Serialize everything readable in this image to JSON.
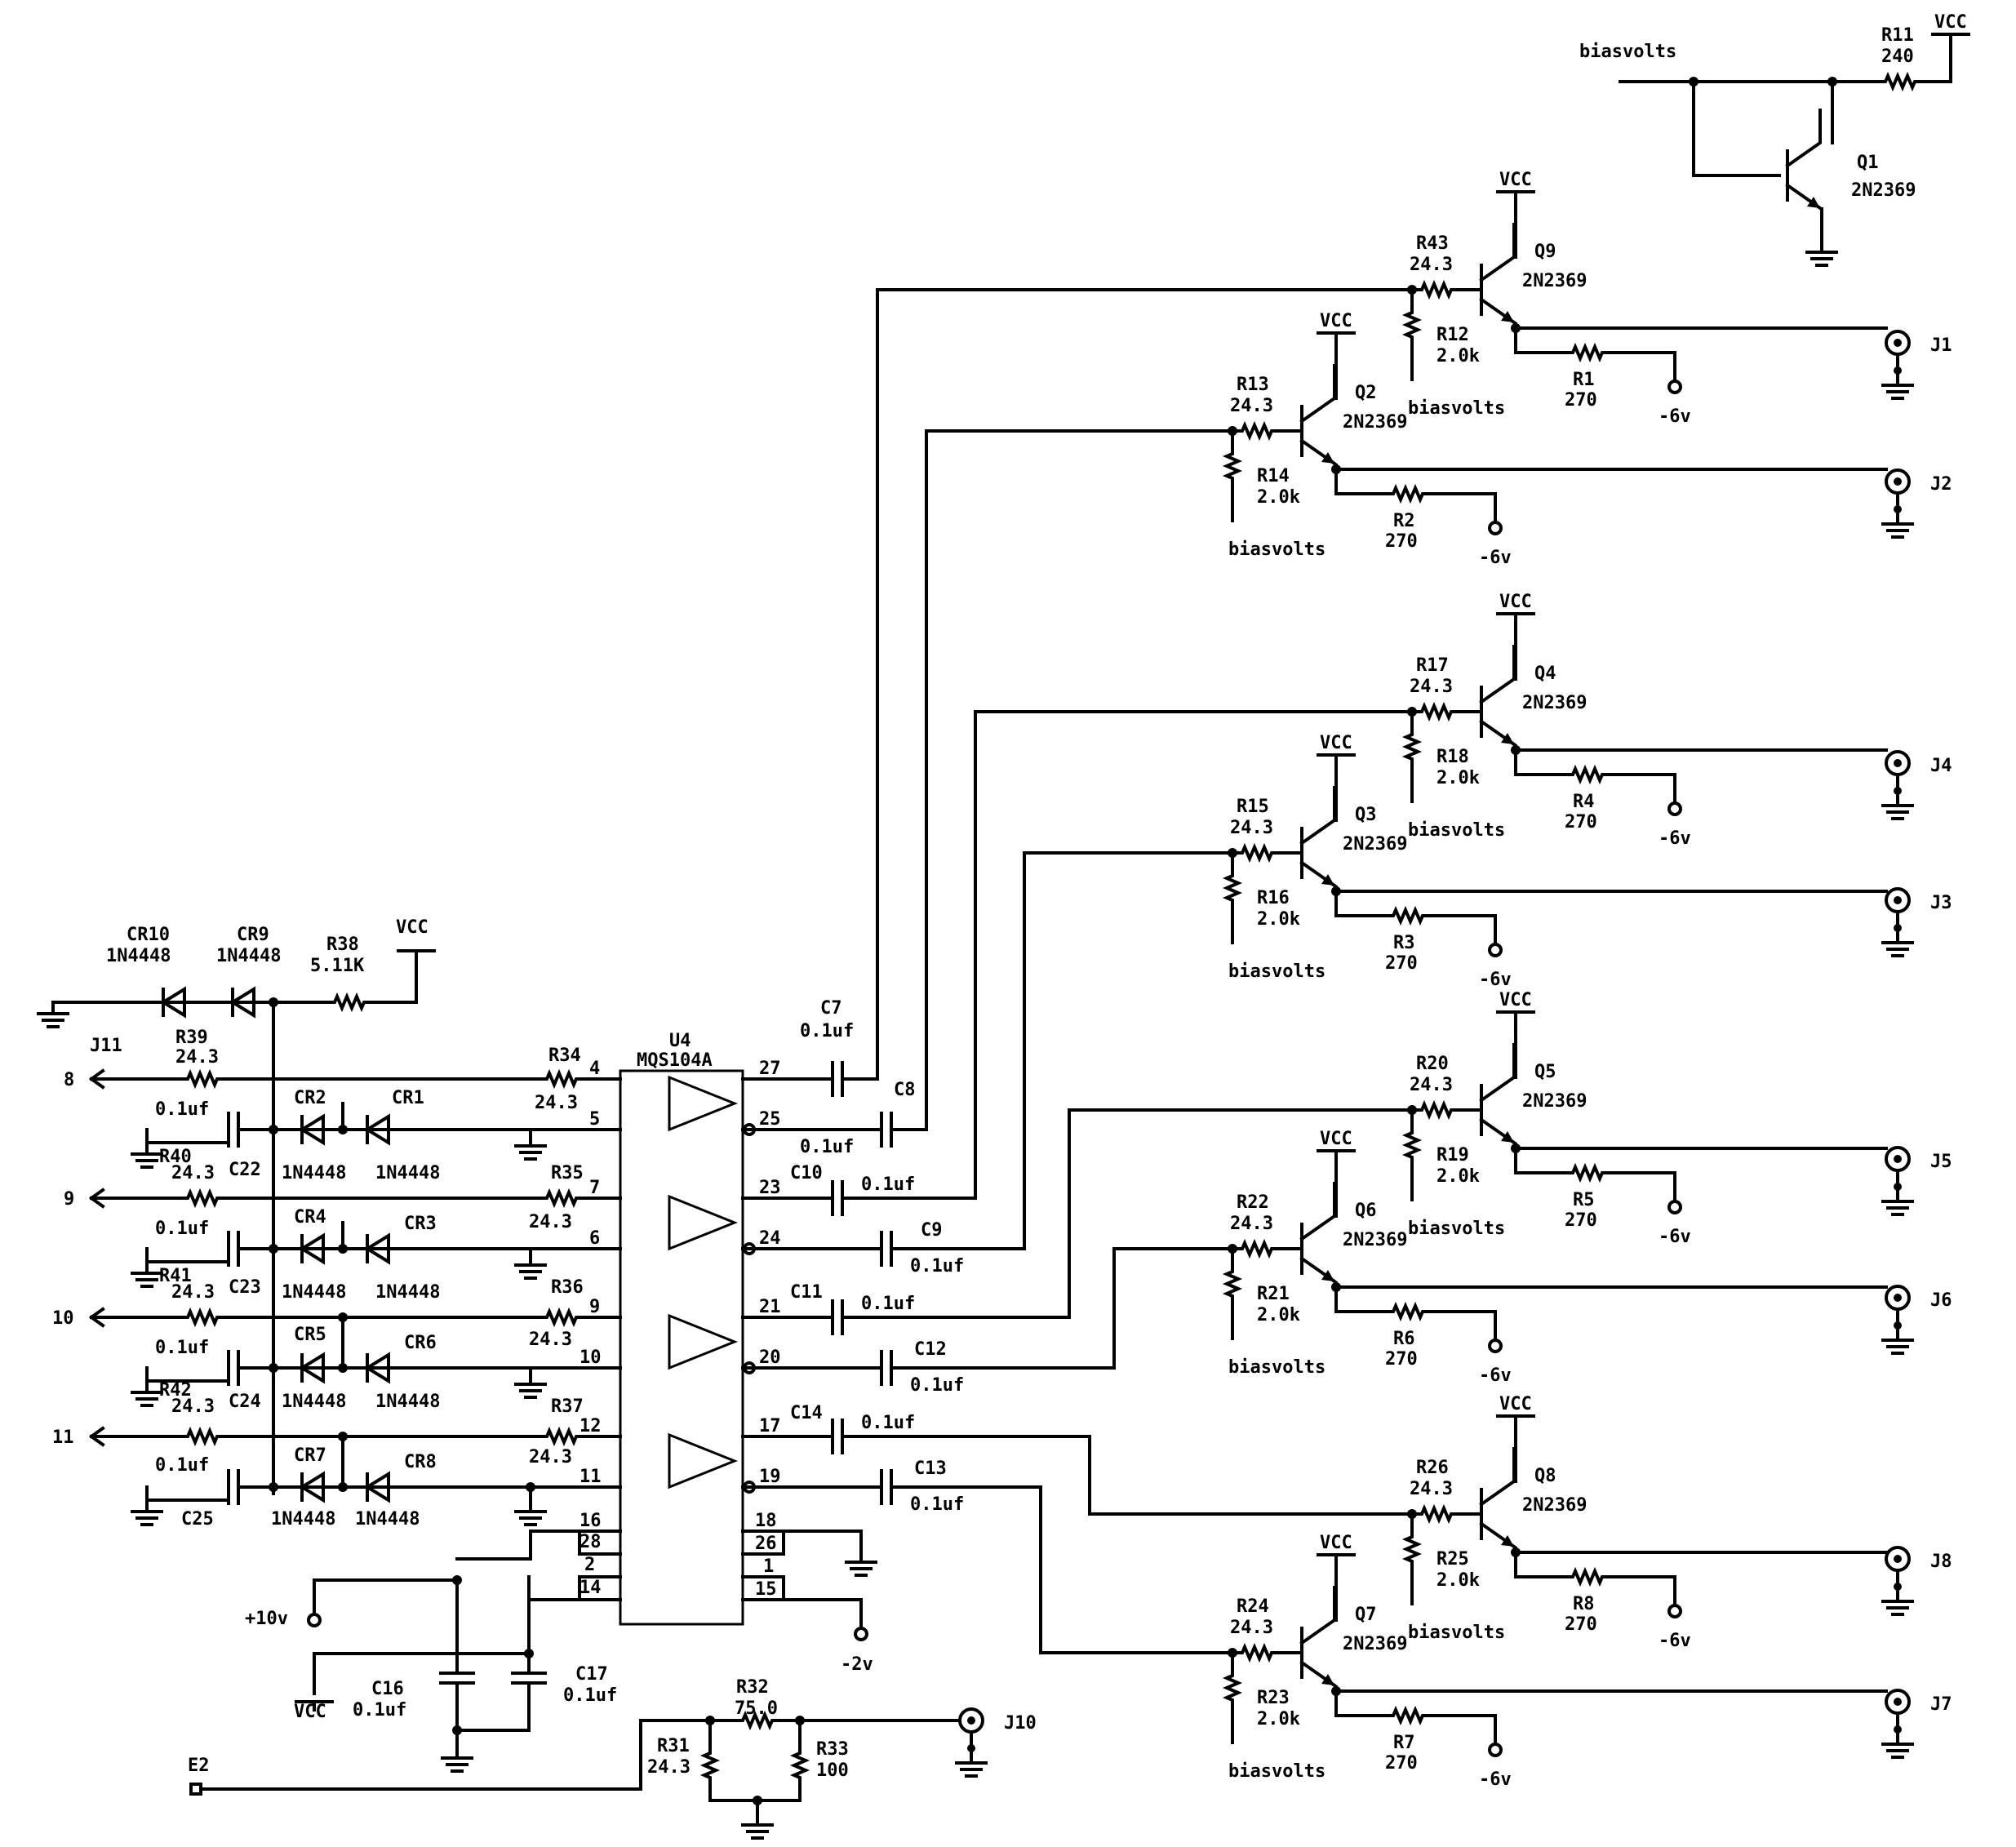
{
  "chip": {
    "ref": "U4",
    "part": "MQS104A",
    "pins": {
      "p4": "4",
      "p5": "5",
      "p7": "7",
      "p6": "6",
      "p9": "9",
      "p10": "10",
      "p12": "12",
      "p11": "11",
      "p27": "27",
      "p25": "25",
      "p23": "23",
      "p24": "24",
      "p21": "21",
      "p20": "20",
      "p17": "17",
      "p19": "19",
      "p16": "16",
      "p28": "28",
      "p2": "2",
      "p14": "14",
      "p18": "18",
      "p26": "26",
      "p1": "1",
      "p15": "15"
    }
  },
  "input": {
    "j11": "J11",
    "cr10": {
      "ref": "CR10",
      "val": "1N4448"
    },
    "cr9": {
      "ref": "CR9",
      "val": "1N4448"
    },
    "r38": {
      "ref": "R38",
      "val": "5.11K"
    },
    "vcc": "VCC",
    "channels": [
      {
        "pin": "8",
        "r_in": "R39",
        "r_in_val": "24.3",
        "r_sh": "R40",
        "r_sh_val": "24.3",
        "c": "C22",
        "c_val": "0.1uf",
        "cra": "CR2",
        "cra_val": "1N4448",
        "crb": "CR1",
        "crb_val": "1N4448",
        "r_s": "R34",
        "r_s_val": "24.3",
        "r_t": "R35"
      },
      {
        "pin": "9",
        "r_sh": "R41",
        "r_sh_val": "24.3",
        "c": "C23",
        "c_val": "0.1uf",
        "cra": "CR4",
        "cra_val": "1N4448",
        "crb": "CR3",
        "crb_val": "1N4448",
        "r_s_val": "24.3",
        "r_t": "R36"
      },
      {
        "pin": "10",
        "r_sh": "R42",
        "r_sh_val": "24.3",
        "c": "C24",
        "c_val": "0.1uf",
        "cra": "CR5",
        "cra_val": "1N4448",
        "crb": "CR6",
        "crb_val": "1N4448",
        "r_s_val": "24.3",
        "r_t": "R37"
      },
      {
        "pin": "11",
        "c": "C25",
        "c_val": "0.1uf",
        "cra": "CR7",
        "cra_val": "1N4448",
        "crb": "CR8",
        "crb_val": "1N4448",
        "r_s_val": "24.3"
      }
    ]
  },
  "coupling": [
    {
      "ref": "C7",
      "val": "0.1uf"
    },
    {
      "ref": "C8",
      "val": "0.1uf"
    },
    {
      "ref": "C10",
      "val": "0.1uf"
    },
    {
      "ref": "C9",
      "val": "0.1uf"
    },
    {
      "ref": "C11",
      "val": "0.1uf"
    },
    {
      "ref": "C12",
      "val": "0.1uf"
    },
    {
      "ref": "C14",
      "val": "0.1uf"
    },
    {
      "ref": "C13",
      "val": "0.1uf"
    }
  ],
  "supply": {
    "plus10": "+10v",
    "minus2": "-2v",
    "vcc": "VCC",
    "c16": {
      "ref": "C16",
      "val": "0.1uf"
    },
    "c17": {
      "ref": "C17",
      "val": "0.1uf"
    }
  },
  "bottom": {
    "e2": "E2",
    "r32": {
      "ref": "R32",
      "val": "75.0"
    },
    "r31": {
      "ref": "R31",
      "val": "24.3"
    },
    "r33": {
      "ref": "R33",
      "val": "100"
    },
    "j10": "J10"
  },
  "bias": {
    "label": "biasvolts",
    "r11": {
      "ref": "R11",
      "val": "240"
    },
    "vcc": "VCC",
    "q1": {
      "ref": "Q1",
      "val": "2N2369"
    }
  },
  "stages": [
    {
      "q": "Q9",
      "qv": "2N2369",
      "rb": "R43",
      "rbv": "24.3",
      "rp": "R12",
      "rpv": "2.0k",
      "re": "R1",
      "rev": "270",
      "j": "J1",
      "bias": "biasvolts",
      "vcc": "VCC",
      "neg": "-6v"
    },
    {
      "q": "Q2",
      "qv": "2N2369",
      "rb": "R13",
      "rbv": "24.3",
      "rp": "R14",
      "rpv": "2.0k",
      "re": "R2",
      "rev": "270",
      "j": "J2",
      "bias": "biasvolts",
      "vcc": "VCC",
      "neg": "-6v"
    },
    {
      "q": "Q4",
      "qv": "2N2369",
      "rb": "R17",
      "rbv": "24.3",
      "rp": "R18",
      "rpv": "2.0k",
      "re": "R4",
      "rev": "270",
      "j": "J4",
      "bias": "biasvolts",
      "vcc": "VCC",
      "neg": "-6v"
    },
    {
      "q": "Q3",
      "qv": "2N2369",
      "rb": "R15",
      "rbv": "24.3",
      "rp": "R16",
      "rpv": "2.0k",
      "re": "R3",
      "rev": "270",
      "j": "J3",
      "bias": "biasvolts",
      "vcc": "VCC",
      "neg": "-6v"
    },
    {
      "q": "Q5",
      "qv": "2N2369",
      "rb": "R20",
      "rbv": "24.3",
      "rp": "R19",
      "rpv": "2.0k",
      "re": "R5",
      "rev": "270",
      "j": "J5",
      "bias": "biasvolts",
      "vcc": "VCC",
      "neg": "-6v"
    },
    {
      "q": "Q6",
      "qv": "2N2369",
      "rb": "R22",
      "rbv": "24.3",
      "rp": "R21",
      "rpv": "2.0k",
      "re": "R6",
      "rev": "270",
      "j": "J6",
      "bias": "biasvolts",
      "vcc": "VCC",
      "neg": "-6v"
    },
    {
      "q": "Q8",
      "qv": "2N2369",
      "rb": "R26",
      "rbv": "24.3",
      "rp": "R25",
      "rpv": "2.0k",
      "re": "R8",
      "rev": "270",
      "j": "J8",
      "bias": "biasvolts",
      "vcc": "VCC",
      "neg": "-6v"
    },
    {
      "q": "Q7",
      "qv": "2N2369",
      "rb": "R24",
      "rbv": "24.3",
      "rp": "R23",
      "rpv": "2.0k",
      "re": "R7",
      "rev": "270",
      "j": "J7",
      "bias": "biasvolts",
      "vcc": "VCC",
      "neg": "-6v"
    }
  ]
}
